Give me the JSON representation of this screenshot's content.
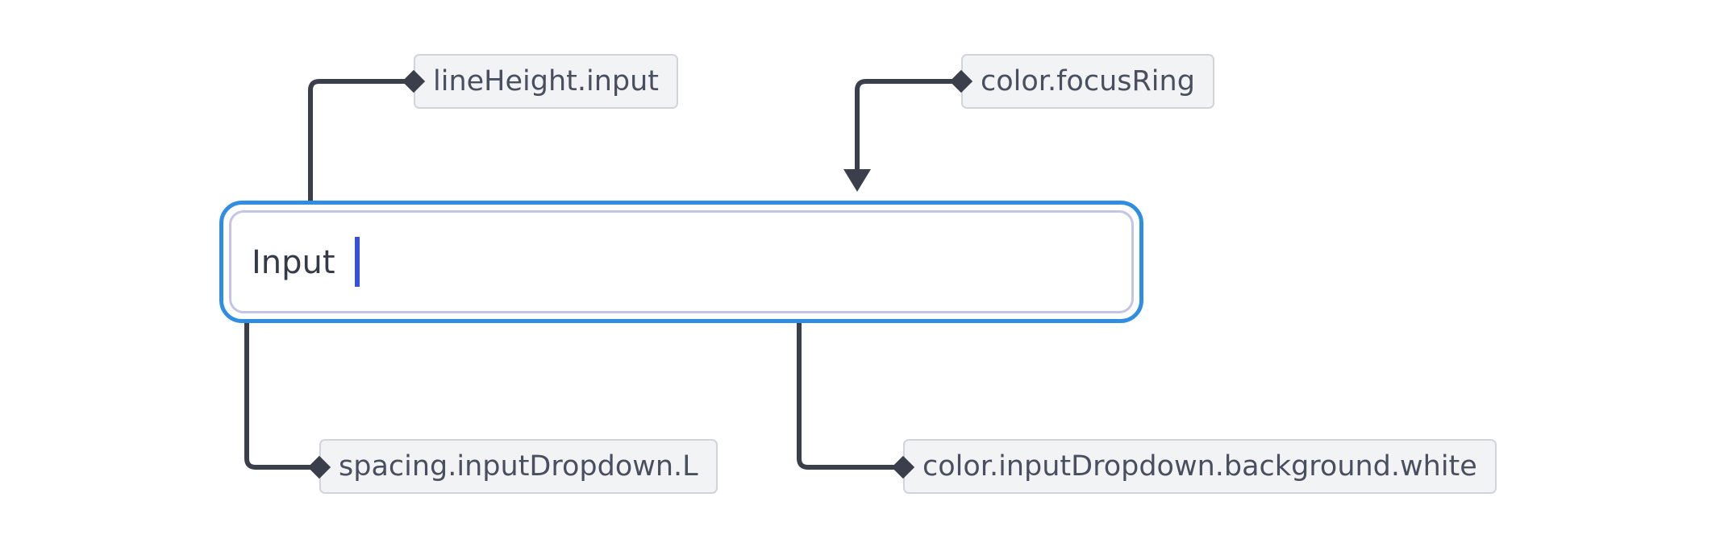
{
  "input": {
    "value": "Input"
  },
  "tokens": {
    "line_height": "lineHeight.input",
    "focus_ring": "color.focusRing",
    "spacing": "spacing.inputDropdown.L",
    "background": "color.inputDropdown.background.white"
  },
  "colors": {
    "focus_ring": "#2f8ee0",
    "inner_border": "#c3c6e2",
    "caret": "#3552d8",
    "connector": "#3a3f4b",
    "tag_background": "#f2f3f5",
    "tag_border": "#d2d4da",
    "tag_text": "#4a4f60"
  }
}
